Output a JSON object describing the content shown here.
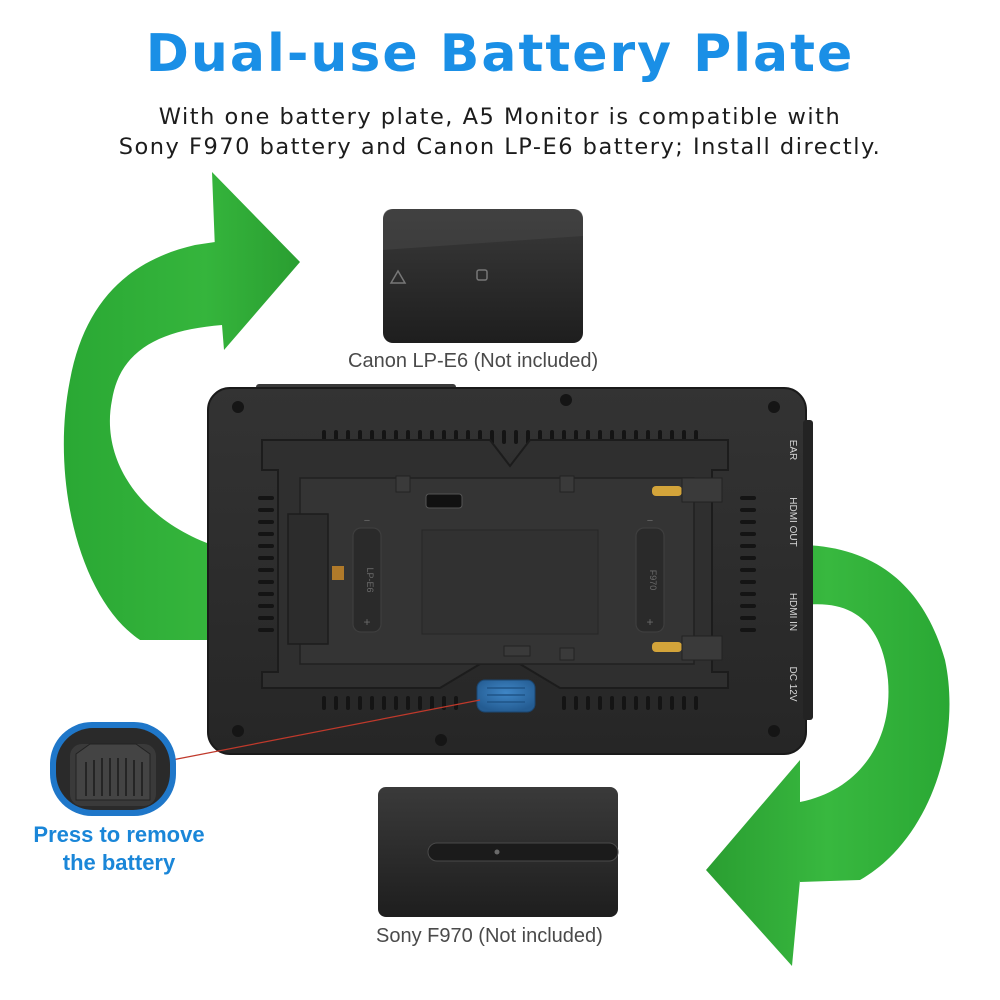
{
  "header": {
    "title": "Dual-use Battery Plate",
    "subtitle_line1": "With one battery plate, A5 Monitor is compatible with",
    "subtitle_line2": "Sony F970 battery and Canon LP-E6 battery; Install directly."
  },
  "batteries": {
    "canon_caption": "Canon LP-E6 (Not included)",
    "sony_caption": "Sony F970 (Not included)"
  },
  "monitor": {
    "ports": [
      "EAR",
      "HDMI OUT",
      "HDMI IN",
      "DC 12V"
    ],
    "plate_label_left": "LP-E6",
    "plate_label_right": "F970"
  },
  "callout": {
    "line1": "Press to remove",
    "line2": "the battery"
  },
  "colors": {
    "title_blue": "#1a8fe6",
    "arrow_green": "#2eb23a",
    "button_blue": "#2f6fae",
    "body_dark": "#2b2b2b"
  }
}
